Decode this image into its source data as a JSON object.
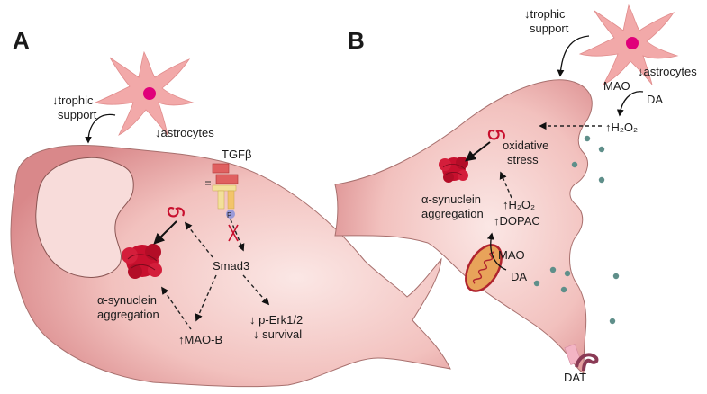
{
  "panel_a": {
    "letter": "A",
    "trophic_label_line1": "↓trophic",
    "trophic_label_line2": "support",
    "astrocytes_label": "↓astrocytes",
    "receptor_label": "TGFβ",
    "phospho_label": "P",
    "smad_label": "Smad3",
    "synuclein_line1": "α-synuclein",
    "synuclein_line2": "aggregation",
    "maob_label": "↑MAO-B",
    "erk_line1": "↓ p-Erk1/2",
    "erk_line2": "↓ survival"
  },
  "panel_b": {
    "letter": "B",
    "trophic_label_line1": "↓trophic",
    "trophic_label_line2": "support",
    "astrocytes_label": "↓astrocytes",
    "mao_top": "MAO",
    "da_top": "DA",
    "h2o2_top": "↑H₂O₂",
    "oxidative_line1": "oxidative",
    "oxidative_line2": "stress",
    "synuclein_line1": "α-synuclein",
    "synuclein_line2": "aggregation",
    "h2o2_mid": "↑H₂O₂",
    "dopac_label": "↑DOPAC",
    "mao_mid": "MAO",
    "da_mid": "DA",
    "dat_label": "DAT"
  },
  "colors": {
    "cell_fill": "#f4c4c1",
    "cell_stroke": "#8a5553",
    "protein": "#c8102e",
    "astrocyte": "#f2a9a9",
    "nucleus": "#e0007a",
    "vesicle": "#5f8f8a",
    "mito_fill": "#e8a35a",
    "mito_stroke": "#b0232e"
  }
}
